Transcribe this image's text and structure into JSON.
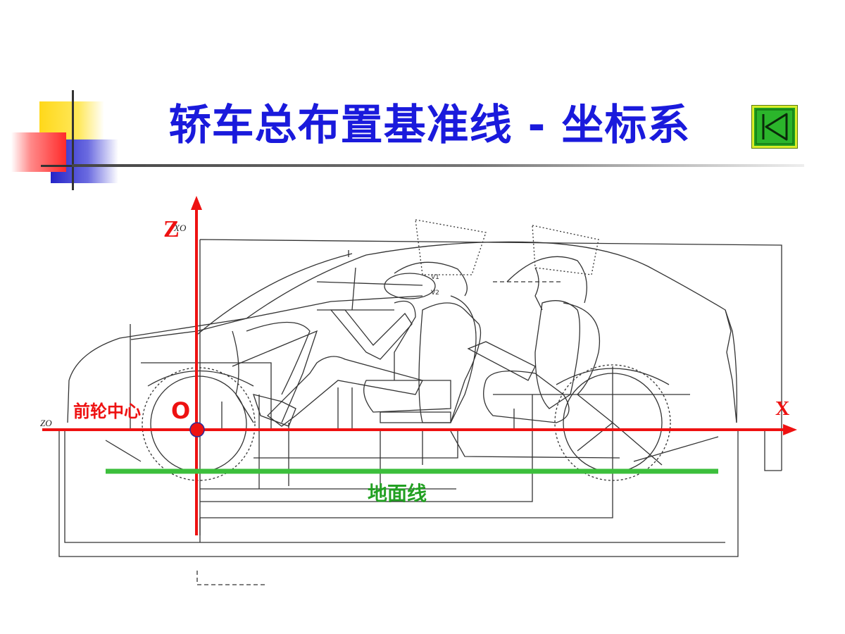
{
  "title": "轿车总布置基准线 - 坐标系",
  "nav": {
    "icon": "back-to-start-icon"
  },
  "labels": {
    "z_axis": "Z",
    "x_axis": "X",
    "xo": "XO",
    "zo": "ZO",
    "origin": "O",
    "front_wheel_center": "前轮中心",
    "ground_line": "地面线",
    "v1": "V1",
    "v2": "V2"
  },
  "colors": {
    "title": "#1a1adc",
    "axis": "#ee1111",
    "ground": "#3cbf3c",
    "ground_label": "#22a022",
    "origin_label": "#ee1111",
    "drawing": "#333333",
    "nav_fill": "#1e9e1e",
    "deco_yellow": "#ffd81a",
    "deco_red": "#ff3c3c",
    "deco_blue": "#3030d0",
    "title_rule": "#555555"
  }
}
